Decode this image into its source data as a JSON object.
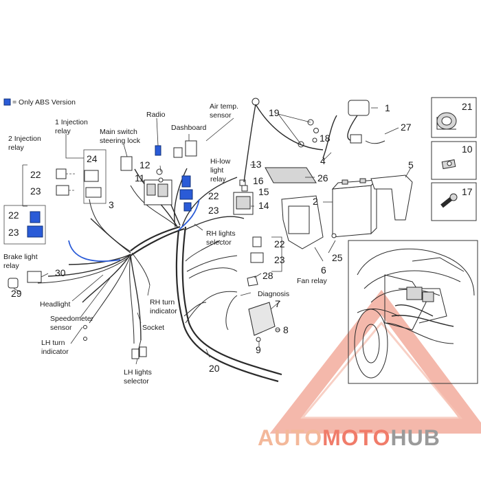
{
  "legend": {
    "text": "= Only ABS Version",
    "abs_color": "#2a5bd7"
  },
  "labels": {
    "radio": "Radio",
    "dashboard": "Dashboard",
    "air_temp_1": "Air temp.",
    "air_temp_2": "sensor",
    "inj_relay_1_a": "1 Injection",
    "inj_relay_1_b": "relay",
    "inj_relay_2_a": "2 Injection",
    "inj_relay_2_b": "relay",
    "main_switch_a": "Main switch",
    "main_switch_b": "steering lock",
    "hilow_a": "Hi-low",
    "hilow_b": "light",
    "hilow_c": "relay",
    "brake_a": "Brake light",
    "brake_b": "relay",
    "rh_lights_a": "RH lights",
    "rh_lights_b": "selector",
    "headlight": "Headlight",
    "speedo_a": "Speedometer",
    "speedo_b": "sensor",
    "lh_turn_a": "LH turn",
    "lh_turn_b": "indicator",
    "rh_turn_a": "RH turn",
    "rh_turn_b": "indicator",
    "socket": "Socket",
    "lh_lights_a": "LH lights",
    "lh_lights_b": "selector",
    "diagnosis": "Diagnosis",
    "fan_relay": "Fan relay"
  },
  "numbers": {
    "n1": "1",
    "n2": "2",
    "n3": "3",
    "n4": "4",
    "n5": "5",
    "n6": "6",
    "n7": "7",
    "n8": "8",
    "n9": "9",
    "n10": "10",
    "n11": "11",
    "n12": "12",
    "n13": "13",
    "n14": "14",
    "n15": "15",
    "n16": "16",
    "n17": "17",
    "n18": "18",
    "n19": "19",
    "n20": "20",
    "n21": "21",
    "n22a": "22",
    "n22b": "22",
    "n22c": "22",
    "n22d": "22",
    "n23a": "23",
    "n23b": "23",
    "n23c": "23",
    "n23d": "23",
    "n24": "24",
    "n25": "25",
    "n26": "26",
    "n27": "27",
    "n28": "28",
    "n29": "29",
    "n30": "30"
  },
  "watermark": {
    "part1": "AUTO",
    "part2": "MOTO",
    "part3": "HUB",
    "color1": "#f3b89a",
    "color2": "#f07c6a",
    "color3": "#9a9a9a"
  }
}
